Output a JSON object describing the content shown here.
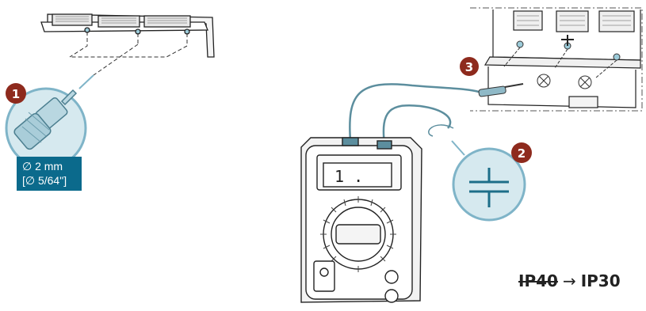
{
  "steps": {
    "step1": {
      "number": "1"
    },
    "step2": {
      "number": "2"
    },
    "step3": {
      "number": "3"
    }
  },
  "drill": {
    "size_metric": "∅ 2 mm",
    "size_imperial": "[∅ 5/64\"]"
  },
  "meter_display": {
    "reading": "1 ."
  },
  "rating": {
    "old": "IP40",
    "arrow": "→",
    "new": "IP30"
  },
  "colors": {
    "badge": "#8e2a1d",
    "accent": "#0b6a8c",
    "bubble_fill": "#d6e9ef",
    "bubble_stroke": "#7fb4c8",
    "cable": "#5c8e9e"
  },
  "icons": [
    "drill-icon",
    "ground-symbol-icon",
    "multimeter-icon"
  ]
}
